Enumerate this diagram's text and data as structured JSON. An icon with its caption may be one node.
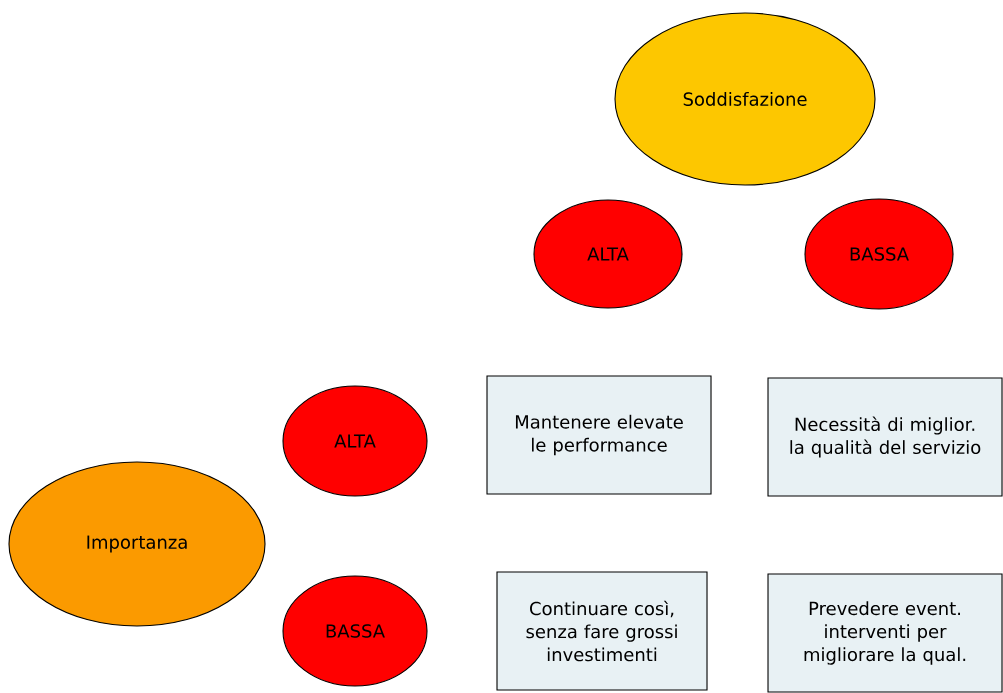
{
  "diagram": {
    "nodes": [
      {
        "text": [
          "Soddisfazione"
        ]
      },
      {
        "text": [
          "ALTA"
        ]
      },
      {
        "text": [
          "BASSA"
        ]
      },
      {
        "text": [
          "ALTA"
        ]
      },
      {
        "text": [
          "Mantenere elevate le performance"
        ]
      },
      {
        "text": [
          "Necessità di miglior. la qualità del servizio"
        ]
      },
      {
        "text": [
          "Importanza"
        ]
      },
      {
        "text": [
          "BASSA"
        ]
      },
      {
        "text": [
          "Continuare così, senza fare grossi investimenti"
        ]
      },
      {
        "text": [
          "Prevedere event. interventi per migliorare la qual."
        ]
      }
    ]
  }
}
